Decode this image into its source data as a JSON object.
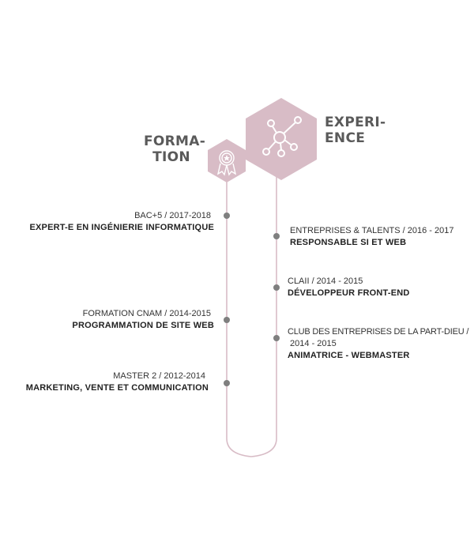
{
  "formation": {
    "title_line1": "FORMA-",
    "title_line2": "TION",
    "icon": "award-ribbon-icon",
    "entries": [
      {
        "meta": "BAC+5 / 2017-2018",
        "role": "EXPERT-E EN INGÉNIERIE INFORMATIQUE"
      },
      {
        "meta": "FORMATION CNAM / 2014-2015",
        "role": "PROGRAMMATION DE SITE WEB"
      },
      {
        "meta": "MASTER 2 / 2012-2014",
        "role": "MARKETING, VENTE ET COMMUNICATION"
      }
    ]
  },
  "experience": {
    "title_line1": "EXPERI-",
    "title_line2": "ENCE",
    "icon": "network-nodes-icon",
    "entries": [
      {
        "meta": "ENTREPRISES & TALENTS /  2016 - 2017",
        "role": "RESPONSABLE SI ET WEB"
      },
      {
        "meta": "CLAII / 2014 - 2015",
        "role": "DÉVELOPPEUR FRONT-END"
      },
      {
        "meta": "CLUB DES ENTREPRISES DE LA PART-DIEU /",
        "meta2": " 2014 - 2015",
        "role": "ANIMATRICE - WEBMASTER"
      }
    ]
  },
  "colors": {
    "hexagon": "#d8bcc6",
    "line": "#d8bcc6",
    "dot": "#7f7f7f",
    "icon": "#ffffff"
  }
}
